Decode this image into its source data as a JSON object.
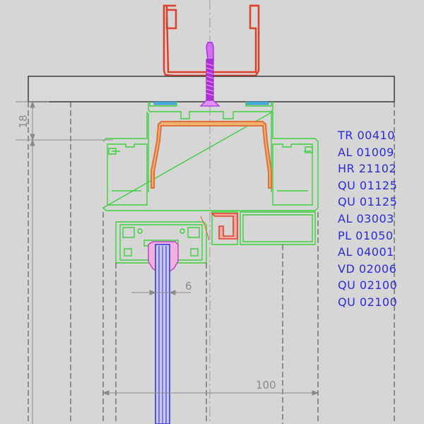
{
  "drawing": {
    "dimensions": {
      "top_height": "18",
      "glass_thickness": "6",
      "overall_width": "100"
    },
    "part_codes": [
      "TR 00410",
      "AL 01009",
      "HR 21102",
      "QU 01125",
      "QU 01125",
      "AL 03003",
      "PL 01050",
      "AL 04001",
      "VD 02006",
      "QU 02100",
      "QU 02100"
    ],
    "colors": {
      "background": "#d6d6d6",
      "steel_profile": "#e0402a",
      "screw": "#c040e8",
      "aluminium_profile": "#3ecf3e",
      "glass": "#3a3ad8",
      "gasket_orange": "#e0703a",
      "text": "#2b2bd6",
      "dimension_lines": "#8a8a8a"
    }
  }
}
